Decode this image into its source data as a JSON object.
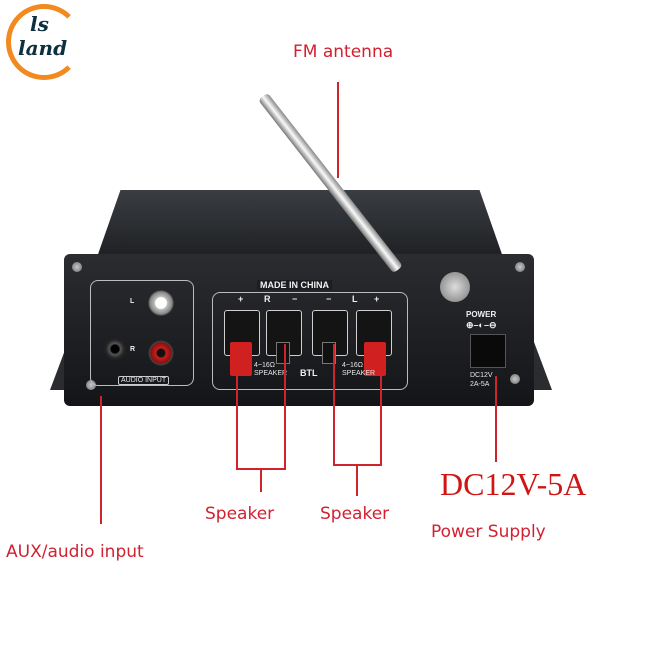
{
  "logo": {
    "line1": "ls",
    "line2": "land"
  },
  "labels": {
    "fm_antenna": "FM antenna",
    "aux_input": "AUX/audio input",
    "speaker_left_group": "Speaker",
    "speaker_right_group": "Speaker",
    "dc_rating": "DC12V-5A",
    "power_supply": "Power Supply"
  },
  "device_text": {
    "made_in": "MADE IN CHINA",
    "terminal_marks": [
      "+",
      "R",
      "−",
      "−",
      "L",
      "+"
    ],
    "speaker_spec_left": "4~16Ω SPEAKER",
    "btl": "BTL",
    "speaker_spec_right": "4~16Ω SPEAKER",
    "input_l": "L",
    "input_r": "R",
    "audio_input": "AUDIO INPUT",
    "power": "POWER",
    "dc_spec_line1": "DC12V",
    "dc_spec_line2": "2A-5A"
  },
  "colors": {
    "annotation_red": "#d0242c",
    "logo_orange": "#f28a20",
    "logo_navy": "#0d2f3f"
  }
}
